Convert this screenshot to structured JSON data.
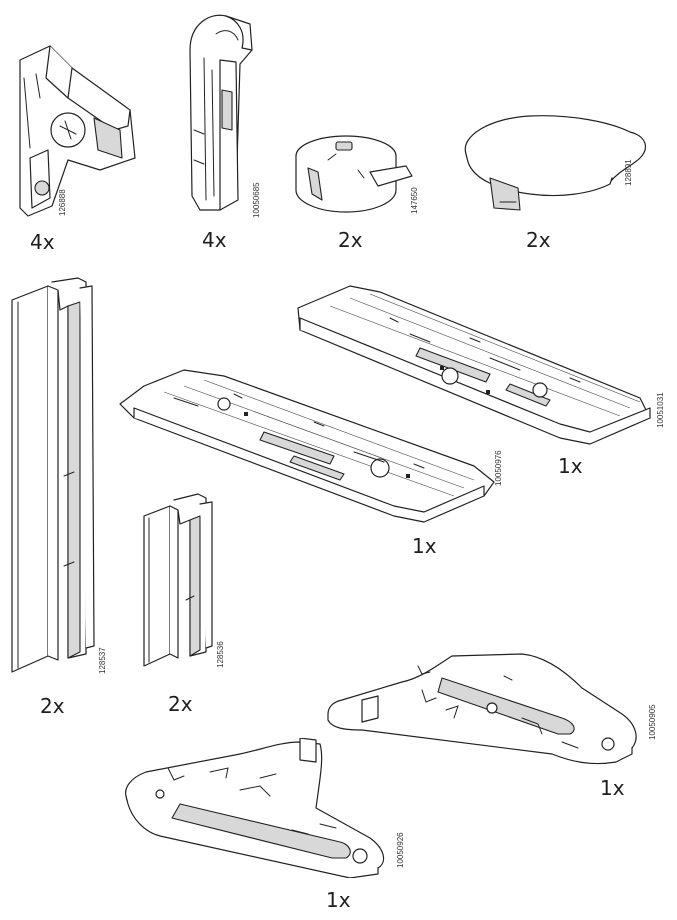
{
  "parts": [
    {
      "id": "clip-bracket",
      "code": "126888",
      "qty": "4x",
      "icon": "clip-bracket-icon"
    },
    {
      "id": "vertical-clip",
      "code": "10050685",
      "qty": "4x",
      "icon": "vertical-clip-icon"
    },
    {
      "id": "round-cap",
      "code": "147650",
      "qty": "2x",
      "icon": "round-cap-icon"
    },
    {
      "id": "oval-cover",
      "code": "128891",
      "qty": "2x",
      "icon": "oval-cover-icon"
    },
    {
      "id": "long-rail",
      "code": "128537",
      "qty": "2x",
      "icon": "long-rail-profile-icon"
    },
    {
      "id": "short-rail",
      "code": "128536",
      "qty": "2x",
      "icon": "short-rail-profile-icon"
    },
    {
      "id": "runner-right",
      "code": "10051031",
      "qty": "1x",
      "icon": "drawer-runner-icon"
    },
    {
      "id": "runner-left",
      "code": "10050976",
      "qty": "1x",
      "icon": "drawer-runner-icon"
    },
    {
      "id": "plate-right",
      "code": "10050905",
      "qty": "1x",
      "icon": "mounting-plate-icon"
    },
    {
      "id": "plate-left",
      "code": "10050926",
      "qty": "1x",
      "icon": "mounting-plate-icon"
    }
  ]
}
